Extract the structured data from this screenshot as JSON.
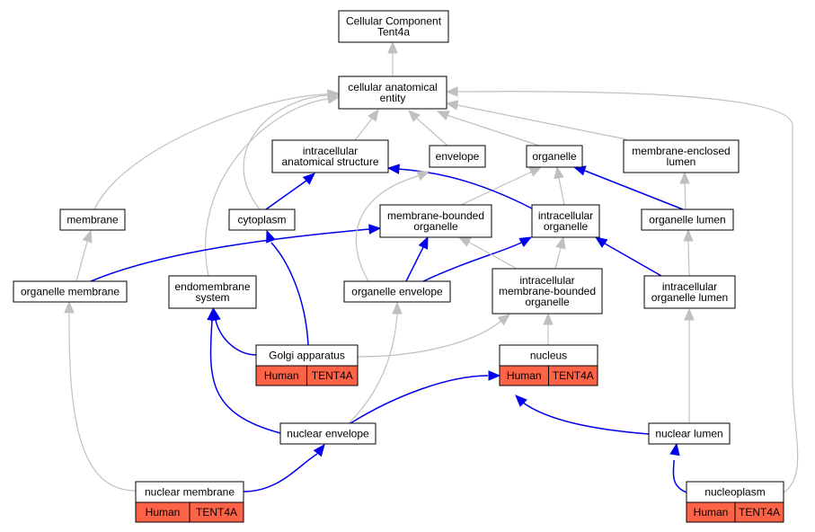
{
  "colors": {
    "node_fill": "#ffffff",
    "node_border": "#000000",
    "annotation_fill": "#ff6347",
    "edge_is_a": "#c0c0c0",
    "edge_part_of": "#0000ee"
  },
  "nodes": {
    "root": [
      "Cellular Component",
      "Tent4a"
    ],
    "cae": [
      "cellular anatomical",
      "entity"
    ],
    "ias": [
      "intracellular",
      "anatomical structure"
    ],
    "envelope": [
      "envelope"
    ],
    "organelle": [
      "organelle"
    ],
    "mel": [
      "membrane-enclosed",
      "lumen"
    ],
    "membrane": [
      "membrane"
    ],
    "cytoplasm": [
      "cytoplasm"
    ],
    "mbo": [
      "membrane-bounded",
      "organelle"
    ],
    "io": [
      "intracellular",
      "organelle"
    ],
    "ol": [
      "organelle lumen"
    ],
    "om": [
      "organelle membrane"
    ],
    "es": [
      "endomembrane",
      "system"
    ],
    "oe": [
      "organelle envelope"
    ],
    "imbo": [
      "intracellular",
      "membrane-bounded",
      "organelle"
    ],
    "iol": [
      "intracellular",
      "organelle lumen"
    ],
    "golgi": [
      "Golgi apparatus"
    ],
    "nucleus": [
      "nucleus"
    ],
    "ne": [
      "nuclear envelope"
    ],
    "nl": [
      "nuclear lumen"
    ],
    "nm": [
      "nuclear membrane"
    ],
    "np": [
      "nucleoplasm"
    ]
  },
  "annotations": {
    "golgi": [
      "Human",
      "TENT4A"
    ],
    "nucleus": [
      "Human",
      "TENT4A"
    ],
    "nm": [
      "Human",
      "TENT4A"
    ],
    "np": [
      "Human",
      "TENT4A"
    ]
  },
  "edges": [
    {
      "from": "cae",
      "to": "root",
      "type": "is_a"
    },
    {
      "from": "ias",
      "to": "cae",
      "type": "is_a"
    },
    {
      "from": "envelope",
      "to": "cae",
      "type": "is_a"
    },
    {
      "from": "organelle",
      "to": "cae",
      "type": "is_a"
    },
    {
      "from": "mel",
      "to": "cae",
      "type": "is_a"
    },
    {
      "from": "membrane",
      "to": "cae",
      "type": "is_a"
    },
    {
      "from": "cytoplasm",
      "to": "cae",
      "type": "is_a"
    },
    {
      "from": "es",
      "to": "cae",
      "type": "is_a"
    },
    {
      "from": "np",
      "to": "cae",
      "type": "is_a"
    },
    {
      "from": "cytoplasm",
      "to": "ias",
      "type": "part_of"
    },
    {
      "from": "mbo",
      "to": "organelle",
      "type": "is_a"
    },
    {
      "from": "io",
      "to": "organelle",
      "type": "is_a"
    },
    {
      "from": "io",
      "to": "ias",
      "type": "part_of"
    },
    {
      "from": "ol",
      "to": "organelle",
      "type": "part_of"
    },
    {
      "from": "ol",
      "to": "mel",
      "type": "is_a"
    },
    {
      "from": "om",
      "to": "membrane",
      "type": "is_a"
    },
    {
      "from": "om",
      "to": "mbo",
      "type": "part_of"
    },
    {
      "from": "oe",
      "to": "envelope",
      "type": "is_a"
    },
    {
      "from": "oe",
      "to": "mbo",
      "type": "part_of"
    },
    {
      "from": "oe",
      "to": "io",
      "type": "part_of"
    },
    {
      "from": "imbo",
      "to": "mbo",
      "type": "is_a"
    },
    {
      "from": "imbo",
      "to": "io",
      "type": "is_a"
    },
    {
      "from": "iol",
      "to": "io",
      "type": "part_of"
    },
    {
      "from": "iol",
      "to": "ol",
      "type": "is_a"
    },
    {
      "from": "golgi",
      "to": "cytoplasm",
      "type": "part_of"
    },
    {
      "from": "golgi",
      "to": "es",
      "type": "part_of"
    },
    {
      "from": "golgi",
      "to": "imbo",
      "type": "is_a"
    },
    {
      "from": "nucleus",
      "to": "imbo",
      "type": "is_a"
    },
    {
      "from": "ne",
      "to": "es",
      "type": "part_of"
    },
    {
      "from": "ne",
      "to": "oe",
      "type": "is_a"
    },
    {
      "from": "ne",
      "to": "nucleus",
      "type": "part_of"
    },
    {
      "from": "nl",
      "to": "iol",
      "type": "is_a"
    },
    {
      "from": "nl",
      "to": "nucleus",
      "type": "part_of"
    },
    {
      "from": "nm",
      "to": "om",
      "type": "is_a"
    },
    {
      "from": "nm",
      "to": "ne",
      "type": "part_of"
    },
    {
      "from": "np",
      "to": "nl",
      "type": "part_of"
    }
  ]
}
